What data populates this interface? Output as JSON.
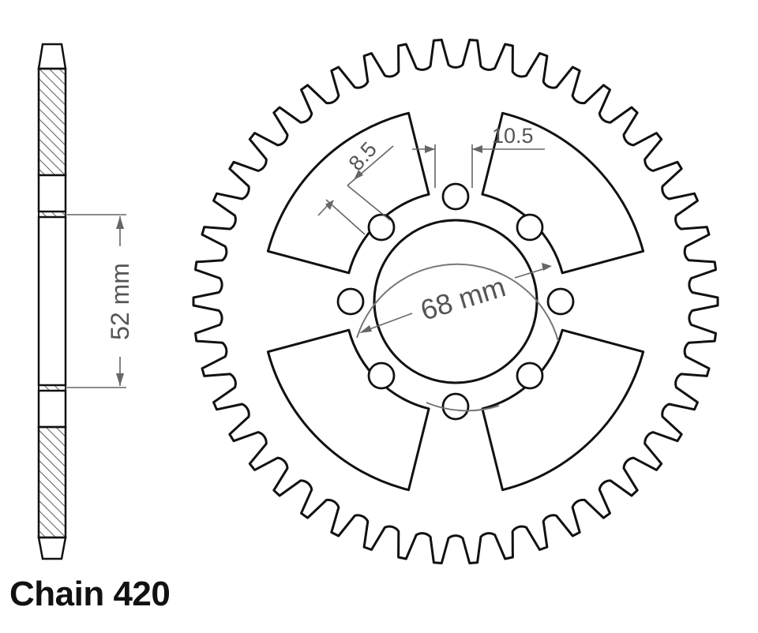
{
  "side_view": {
    "hub_offset_label": "52 mm"
  },
  "sprocket": {
    "tooth_count": 46,
    "bolt_hole_count": 8,
    "cutout_count": 4,
    "center_bore_label": "68 mm",
    "bolt_hole_label": "8.5",
    "bolt_spacing_label": "10.5"
  },
  "caption": "Chain 420",
  "colors": {
    "outline": "#111111",
    "dimension": "#666666",
    "hatch": "#333333"
  }
}
